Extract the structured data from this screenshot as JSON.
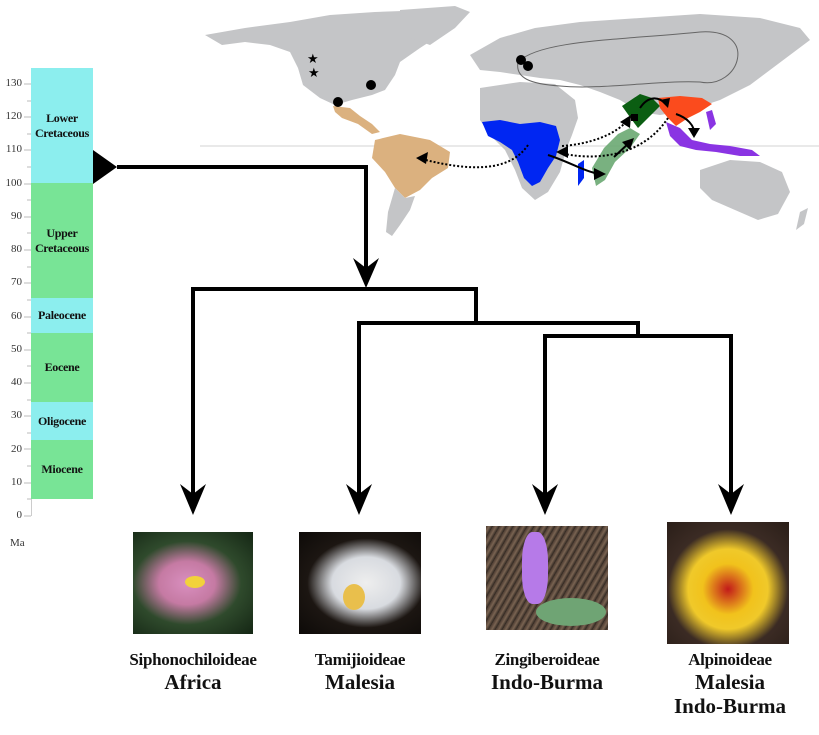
{
  "timescale": {
    "unit_label": "Ma",
    "ticks": [
      "130",
      "120",
      "110",
      "100",
      "90",
      "80",
      "70",
      "60",
      "50",
      "40",
      "30",
      "20",
      "10",
      "0"
    ],
    "eras": [
      {
        "label": "Lower Cretaceous",
        "color": "#8ceeee"
      },
      {
        "label": "Upper Cretaceous",
        "color": "#78e496"
      },
      {
        "label": "Paleocene",
        "color": "#8ceeee"
      },
      {
        "label": "Eocene",
        "color": "#78e496"
      },
      {
        "label": "Oligocene",
        "color": "#8ceeee"
      },
      {
        "label": "Miocene",
        "color": "#78e496"
      }
    ]
  },
  "map": {
    "colors": {
      "land": "#c4c5c7",
      "neotropics": "#dbb17f",
      "africa": "#0026f2",
      "madagascar_india_corridor": "#6aa872",
      "india": "#0b5e12",
      "indo_burma": "#fb4b1d",
      "malesia": "#8a34e3"
    },
    "markers": [
      "star",
      "star",
      "circle",
      "circle",
      "circle",
      "circle",
      "square"
    ]
  },
  "taxa": [
    {
      "name": "Siphonochiloideae",
      "regions": [
        "Africa"
      ],
      "photo": "pink-flower-photo"
    },
    {
      "name": "Tamijioideae",
      "regions": [
        "Malesia"
      ],
      "photo": "white-flower-photo"
    },
    {
      "name": "Zingiberoideae",
      "regions": [
        "Indo-Burma"
      ],
      "photo": "purple-flower-photo"
    },
    {
      "name": "Alpinoideae",
      "regions": [
        "Malesia",
        "Indo-Burma"
      ],
      "photo": "yellow-flower-photo"
    }
  ]
}
